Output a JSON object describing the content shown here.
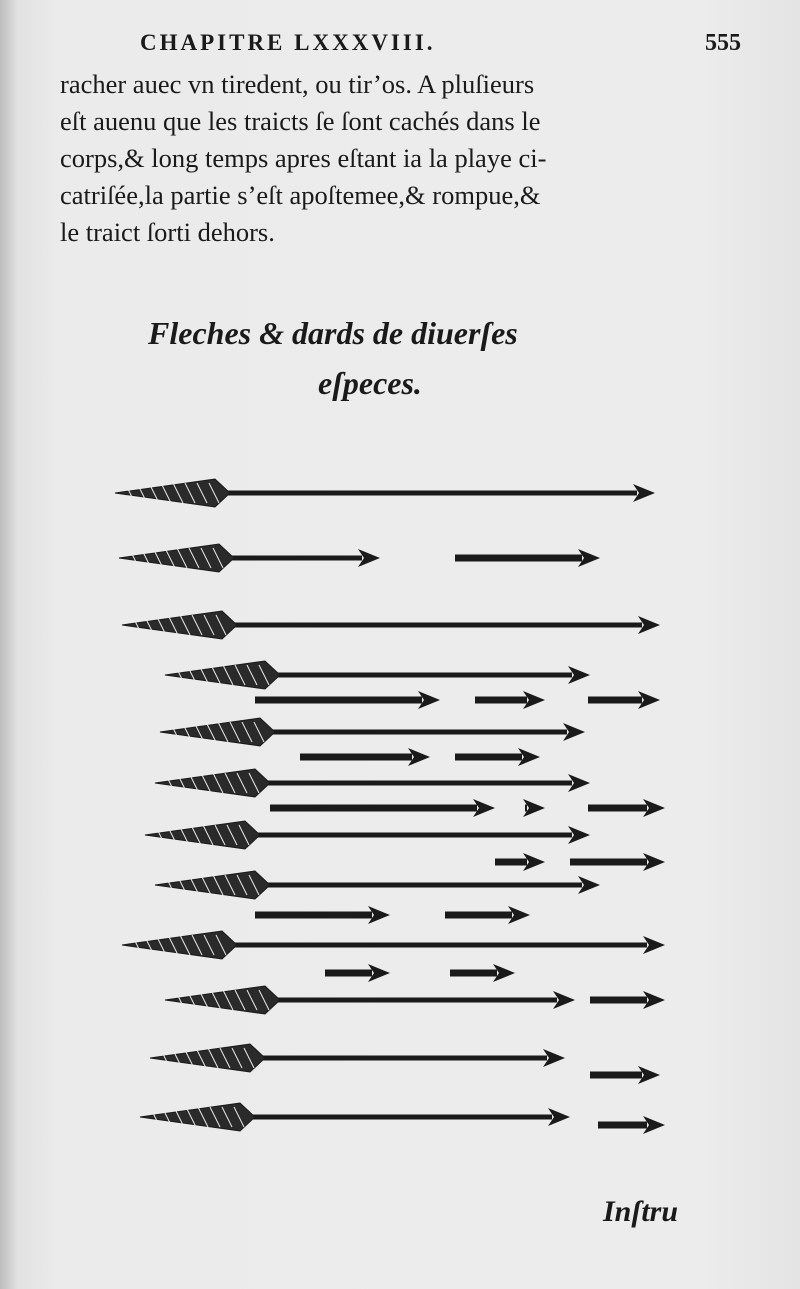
{
  "header": {
    "chapter": "CHAPITRE LXXXVIII.",
    "page_number": "555"
  },
  "body_lines": [
    "racher auec vn tiredent, ou tir’os. A pluſieurs",
    "eſt auenu que les traicts ſe ſont cachés dans le",
    "corps,& long temps apres eſtant ia la playe ci-",
    "catriſée,la partie s’eſt apoſtemee,& rompue,&",
    "le traict ſorti dehors."
  ],
  "figure": {
    "caption_line1": "Fleches & dards de diuerſes",
    "caption_line2": "eſpeces."
  },
  "catchword": "Inſtru",
  "colors": {
    "paper": "#ececec",
    "ink": "#1a1a1a"
  }
}
